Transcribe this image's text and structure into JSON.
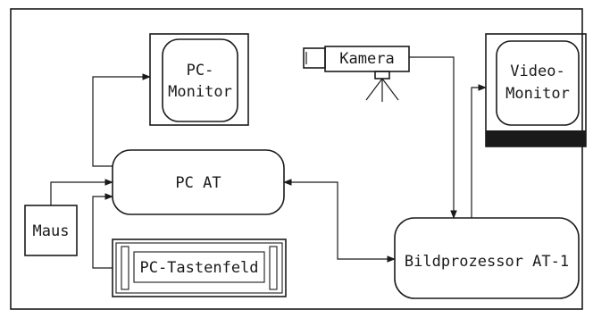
{
  "nodes": {
    "pc_monitor": {
      "line1": "PC-",
      "line2": "Monitor"
    },
    "video_monitor": {
      "line1": "Video-",
      "line2": "Monitor"
    },
    "kamera": {
      "label": "Kamera"
    },
    "pc_at": {
      "label": "PC AT"
    },
    "maus": {
      "label": "Maus"
    },
    "tastenfeld": {
      "label": "PC-Tastenfeld"
    },
    "bildprozessor": {
      "label": "Bildprozessor AT-1"
    }
  },
  "edges": [
    {
      "from": "PC AT",
      "to": "PC-Monitor"
    },
    {
      "from": "Maus",
      "to": "PC AT"
    },
    {
      "from": "PC-Tastenfeld",
      "to": "PC AT"
    },
    {
      "from": "PC AT",
      "to": "Bildprozessor AT-1",
      "bidirectional": true
    },
    {
      "from": "Kamera",
      "to": "Bildprozessor AT-1"
    },
    {
      "from": "Bildprozessor AT-1",
      "to": "Video-Monitor"
    }
  ],
  "colors": {
    "ink": "#1a1a1a",
    "background": "#ffffff"
  }
}
